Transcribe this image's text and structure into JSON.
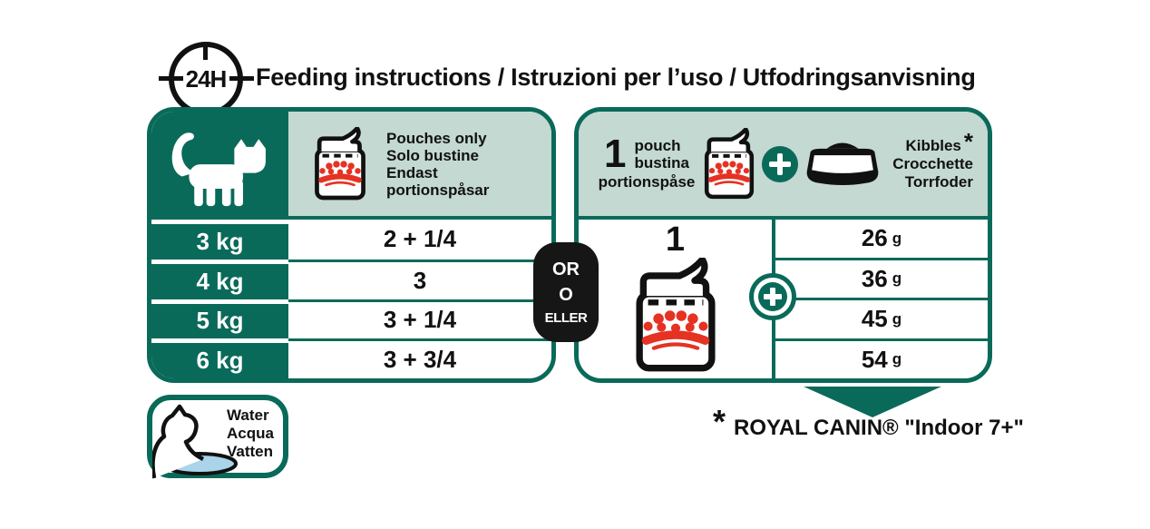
{
  "colors": {
    "teal": "#0A6A5A",
    "light_teal": "#C3D9D1",
    "black": "#111111",
    "red": "#E53223",
    "water_blue": "#A9D4EA"
  },
  "clock": {
    "label": "24H"
  },
  "title": "Feeding instructions / Istruzioni per l’uso / Utfodringsanvisning",
  "left_table": {
    "header_lines": [
      "Pouches only",
      "Solo bustine",
      "Endast",
      "portionspåsar"
    ],
    "rows": [
      {
        "weight": "3 kg",
        "value": "2 + 1/4"
      },
      {
        "weight": "4 kg",
        "value": "3"
      },
      {
        "weight": "5 kg",
        "value": "3 + 1/4"
      },
      {
        "weight": "6 kg",
        "value": "3 + 3/4"
      }
    ]
  },
  "or_badge": {
    "lines": [
      "OR",
      "O",
      "ELLER"
    ]
  },
  "right_table": {
    "header": {
      "quantity": "1",
      "quantity_lines": [
        "pouch",
        "bustina"
      ],
      "quantity_bottom": "portionspåse",
      "asterisk": "*",
      "kibbles_lines": [
        "Kibbles",
        "Crocchette",
        "Torrfoder"
      ]
    },
    "body": {
      "pouch_count": "1",
      "rows": [
        {
          "value": "26",
          "unit": "g"
        },
        {
          "value": "36",
          "unit": "g"
        },
        {
          "value": "45",
          "unit": "g"
        },
        {
          "value": "54",
          "unit": "g"
        }
      ]
    }
  },
  "water_badge": {
    "lines": [
      "Water",
      "Acqua",
      "Vatten"
    ]
  },
  "footnote": {
    "asterisk": "*",
    "text": "ROYAL CANIN® \"Indoor 7+\""
  }
}
